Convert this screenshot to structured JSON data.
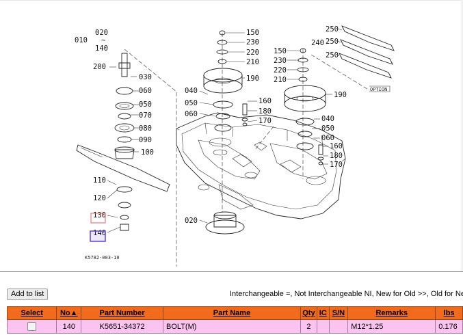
{
  "diagram": {
    "code": "K5782-003-10",
    "callouts": {
      "010": "010",
      "020a": "020",
      "140a": "140",
      "200": "200",
      "030": "030",
      "060a": "060",
      "050a": "050",
      "070": "070",
      "080": "080",
      "090": "090",
      "100": "100",
      "110": "110",
      "120": "120",
      "130": "130",
      "140b": "140",
      "150a": "150",
      "230a": "230",
      "220a": "220",
      "210a": "210",
      "190a": "190",
      "040a": "040",
      "050b": "050",
      "060b": "060",
      "160a": "160",
      "180a": "180",
      "170a": "170",
      "020b": "020",
      "250a": "250",
      "240": "240",
      "250b": "250",
      "250c": "250",
      "150b": "150",
      "230b": "230",
      "220b": "220",
      "210b": "210",
      "190b": "190",
      "040b": "040",
      "050c": "050",
      "060c": "060",
      "160b": "160",
      "180b": "180",
      "170b": "170",
      "option": "OPTION"
    }
  },
  "toolbar": {
    "add_to_list_label": "Add to list",
    "legend": "Interchangeable =, Not Interchangeable NI, New for Old >>, Old for New"
  },
  "table": {
    "headers": {
      "select": "Select",
      "no": "No▲",
      "part_number": "Part Number",
      "part_name": "Part Name",
      "qty": "Qty",
      "ic": "IC",
      "sn": "S/N",
      "remarks": "Remarks",
      "lbs": "lbs"
    },
    "rows": [
      {
        "no": "140",
        "part_number": "K5651-34372",
        "part_name": "BOLT(M)",
        "qty": "2",
        "ic": "",
        "sn": "",
        "remarks": "M12*1.25",
        "lbs": "0.176"
      }
    ]
  },
  "colors": {
    "header_bg": "#f26b1d",
    "row_bg": "#fbc4f0",
    "highlight_130": "#e06060",
    "highlight_140": "#6a4cd6"
  }
}
